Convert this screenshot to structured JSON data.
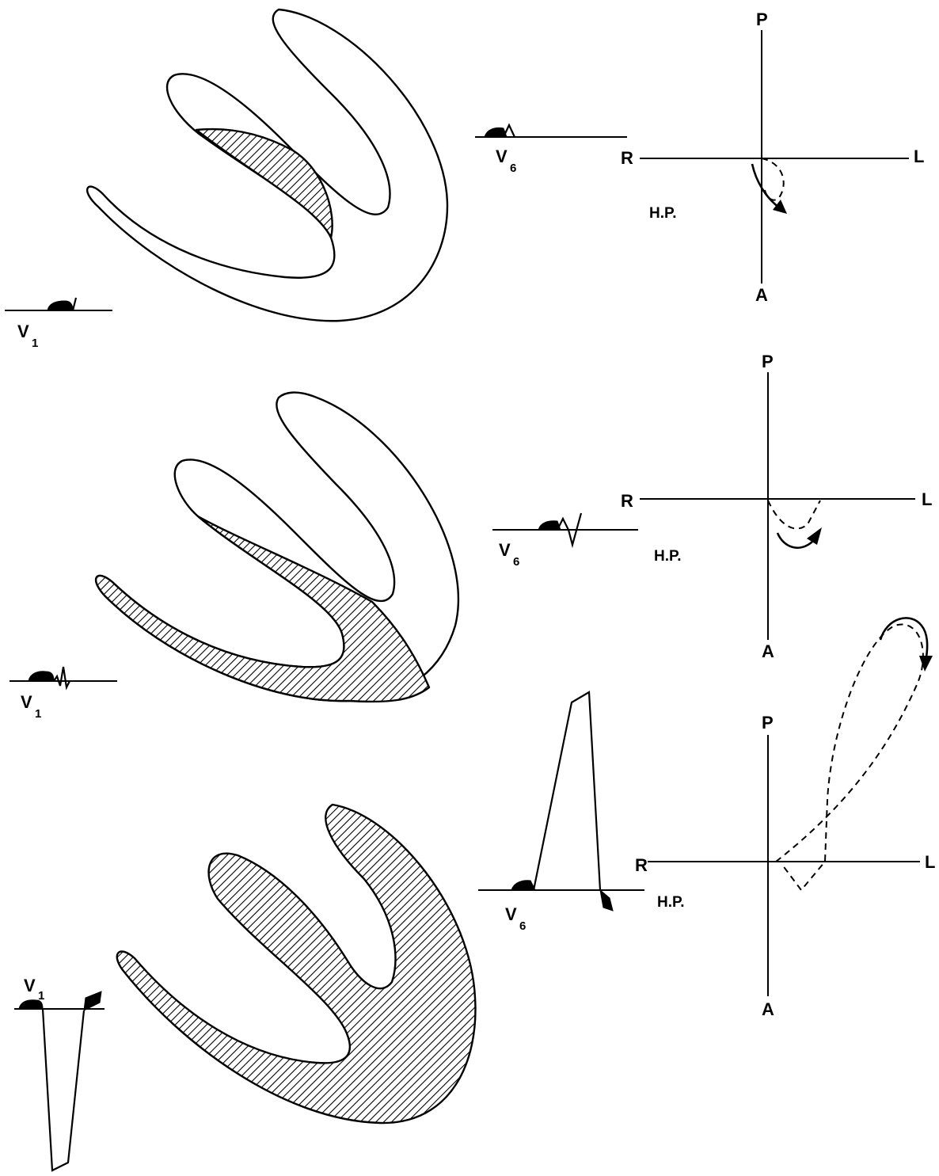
{
  "panels": [
    {
      "v1_label": "V",
      "v1_sub": "1",
      "v6_label": "V",
      "v6_sub": "6",
      "plane_label": "H.P.",
      "axis": {
        "top": "P",
        "bottom": "A",
        "left": "R",
        "right": "L"
      }
    },
    {
      "v1_label": "V",
      "v1_sub": "1",
      "v6_label": "V",
      "v6_sub": "6",
      "plane_label": "H.P.",
      "axis": {
        "top": "P",
        "bottom": "A",
        "left": "R",
        "right": "L"
      }
    },
    {
      "v1_label": "V",
      "v1_sub": "1",
      "v6_label": "V",
      "v6_sub": "6",
      "plane_label": "H.P.",
      "axis": {
        "top": "P",
        "bottom": "A",
        "left": "R",
        "right": "L"
      }
    }
  ],
  "colors": {
    "ink": "#000000",
    "paper": "#ffffff"
  }
}
